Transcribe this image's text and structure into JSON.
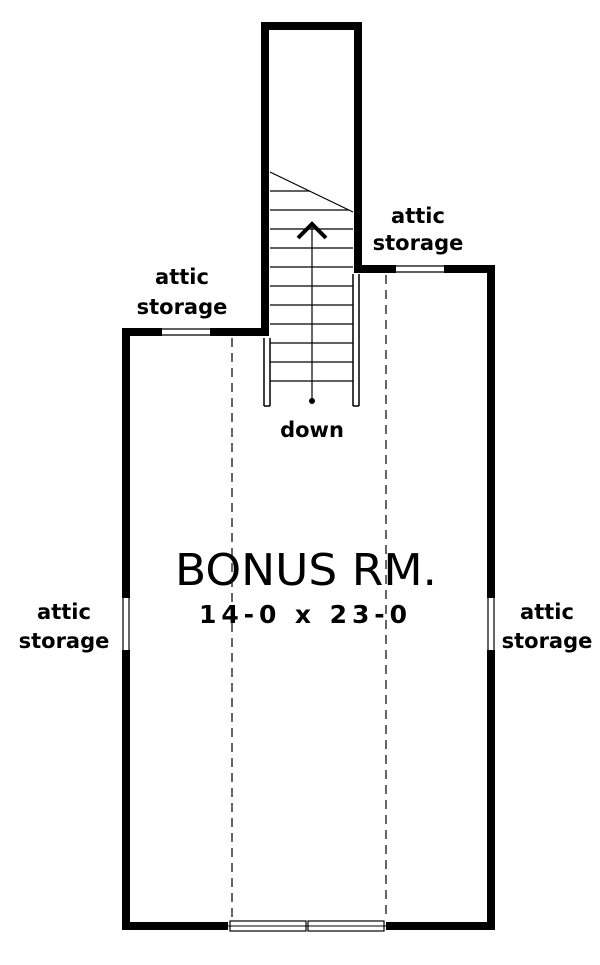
{
  "room": {
    "name": "BONUS RM.",
    "dimensions": "14-0 x 23-0"
  },
  "stair": {
    "direction_label": "down"
  },
  "attic_labels": {
    "top_left": {
      "line1": "attic",
      "line2": "storage"
    },
    "top_right": {
      "line1": "attic",
      "line2": "storage"
    },
    "left": {
      "line1": "attic",
      "line2": "storage"
    },
    "right": {
      "line1": "attic",
      "line2": "storage"
    }
  },
  "colors": {
    "wall": "#000000",
    "background": "#ffffff"
  }
}
